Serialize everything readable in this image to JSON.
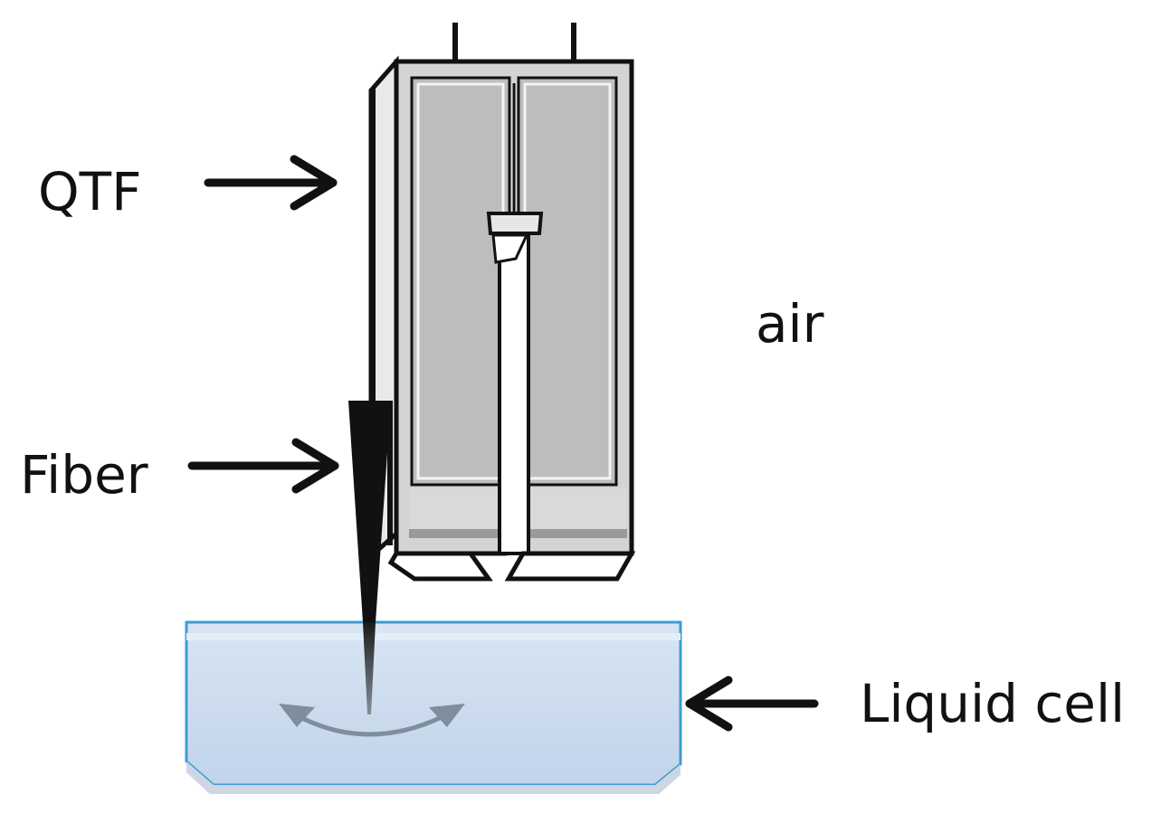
{
  "labels": {
    "qtf": "QTF",
    "fiber": "Fiber",
    "air": "air",
    "liquid_cell": "Liquid cell"
  },
  "colors": {
    "prong_fill": "#bdbdbd",
    "outline": "#111111",
    "liquid_fill": "#c9d9ec",
    "liquid_border": "#3d9bd6",
    "motion_arrow": "#7f8d9c"
  }
}
